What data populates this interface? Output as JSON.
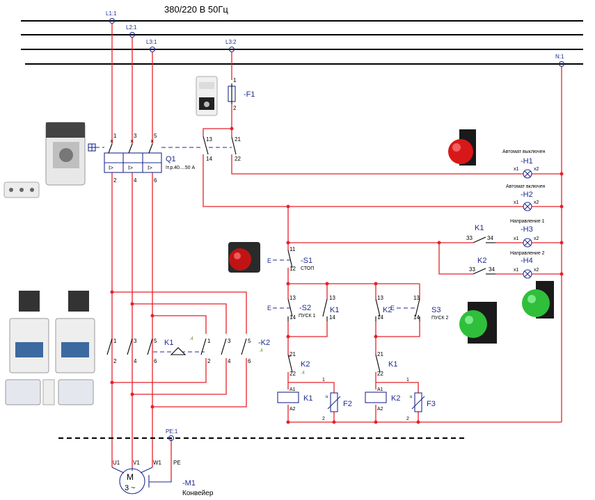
{
  "title": "380/220 В 50Гц",
  "bus_labels": {
    "l1": "L1:1",
    "l2": "L2:1",
    "l3": "L3:1",
    "l3b": "L3:2",
    "n": "N:1",
    "pe": "PE:1"
  },
  "q1": {
    "name": "Q1",
    "range": "Iт.р.40....50 А",
    "poles": [
      "1",
      "3",
      "5"
    ],
    "out": [
      "2",
      "4",
      "6"
    ],
    "trip": "I>",
    "aux_no": [
      "13",
      "14"
    ],
    "aux_nc": [
      "21",
      "22"
    ]
  },
  "f1": {
    "name": "-F1",
    "pin_top": "1",
    "pin_bot": "2"
  },
  "lamps": [
    {
      "label": "Автомат выключен",
      "name": "-H1",
      "x1": "x1",
      "x2": "x2"
    },
    {
      "label": "Автомат включен",
      "name": "-H2",
      "x1": "x1",
      "x2": "x2"
    },
    {
      "label": "Направление 1",
      "name": "-H3",
      "x1": "x1",
      "x2": "x2"
    },
    {
      "label": "Направление 2",
      "name": "-H4",
      "x1": "x1",
      "x2": "x2"
    }
  ],
  "k1_contact_h3": {
    "name": "K1",
    "a": "33",
    "b": "34"
  },
  "k2_contact_h4": {
    "name": "K2",
    "a": "33",
    "b": "34"
  },
  "s1": {
    "name": "-S1",
    "desc": "СТОП",
    "a": "11",
    "b": "12",
    "e": "E"
  },
  "s2": {
    "name": "-S2",
    "desc": "ПУСК 1",
    "a": "13",
    "b": "14",
    "e": "E"
  },
  "s3": {
    "name": "S3",
    "desc": "ПУСК 2",
    "a": "13",
    "b": "14",
    "e": "E"
  },
  "k1_hold": {
    "name": "K1",
    "a": "13",
    "b": "14"
  },
  "k2_hold": {
    "name": "K2",
    "a": "13",
    "b": "14"
  },
  "k2_interlock": {
    "name": "K2",
    "a": "21",
    "b": "22",
    "ref": ".4"
  },
  "k1_interlock": {
    "name": "K1",
    "a": "21",
    "b": "22"
  },
  "k1_coil": {
    "name": "K1",
    "a1": "A1",
    "a2": "A2"
  },
  "k2_coil": {
    "name": "K2",
    "a1": "A1",
    "a2": "A2"
  },
  "f2": {
    "name": "F2",
    "p1": "1",
    "p2": "2",
    "u": "u"
  },
  "f3": {
    "name": "F3",
    "p1": "1",
    "p2": "2",
    "u": "u"
  },
  "k1_main": {
    "name": "K1",
    "ref": ".4",
    "top": [
      "1",
      "3",
      "5"
    ],
    "bot": [
      "2",
      "4",
      "6"
    ]
  },
  "k2_main": {
    "name": "-K2",
    "ref": ".4",
    "top": [
      "1",
      "3",
      "5"
    ],
    "bot": [
      "2",
      "4",
      "6"
    ]
  },
  "motor": {
    "symbol": "M",
    "phase": "3 ~",
    "name": "-M1",
    "desc": "Конвейер",
    "terms": [
      "U1",
      "V1",
      "W1",
      "PE"
    ]
  },
  "colors": {
    "wire": "#e8202a",
    "symbol": "#1f2a8c",
    "text": "#000000",
    "lamp_red": "#d81818",
    "lamp_green": "#2fbf3a"
  }
}
